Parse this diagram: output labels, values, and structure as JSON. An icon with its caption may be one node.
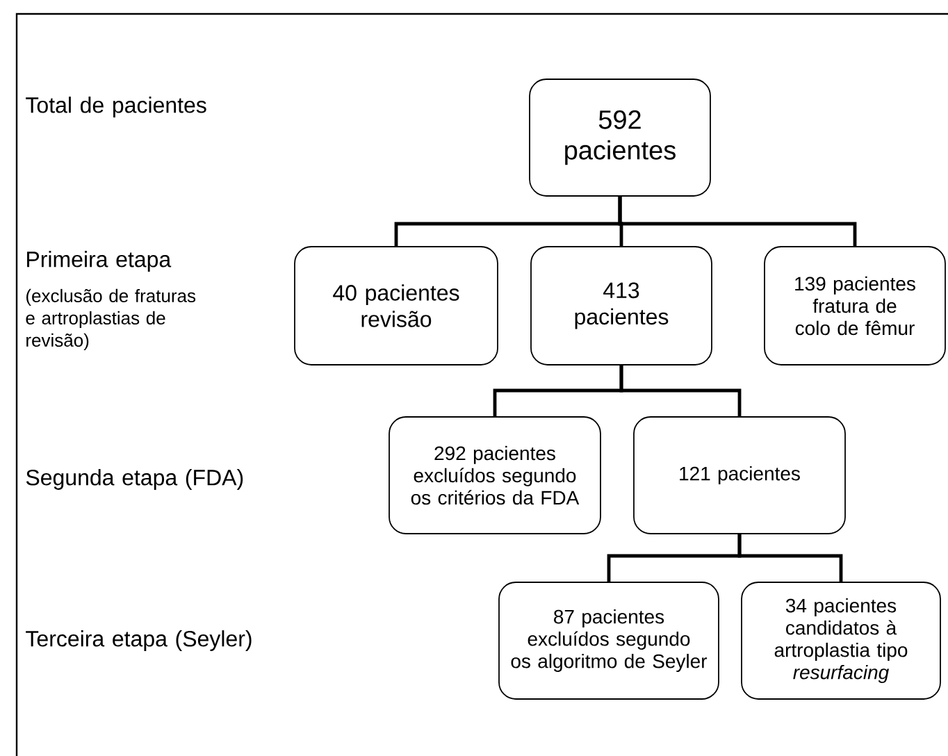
{
  "diagram": {
    "nodes": [
      {
        "text": [
          "592 pacientes"
        ]
      },
      {
        "text": [
          "40 pacientes revisão"
        ]
      },
      {
        "text": [
          "413 pacientes"
        ]
      },
      {
        "text": [
          "139 pacientes fratura de colo de fêmur"
        ]
      },
      {
        "text": [
          "292 pacientes excluídos segundo os critérios da FDA"
        ]
      },
      {
        "text": [
          "121 pacientes"
        ]
      },
      {
        "text": [
          "87 pacientes excluídos segundo os algoritmo de Seyler"
        ]
      },
      {
        "text": [
          "34 pacientes candidatos à artroplastia tipo *resurfacing*"
        ]
      }
    ],
    "edges": [
      {
        "from": 0,
        "to": 1,
        "arrow": "none"
      },
      {
        "from": 0,
        "to": 2,
        "arrow": "none"
      },
      {
        "from": 0,
        "to": 3,
        "arrow": "none"
      },
      {
        "from": 2,
        "to": 4,
        "arrow": "none"
      },
      {
        "from": 2,
        "to": 5,
        "arrow": "none"
      },
      {
        "from": 5,
        "to": 6,
        "arrow": "none"
      },
      {
        "from": 5,
        "to": 7,
        "arrow": "none"
      }
    ],
    "labels": [
      "Total de pacientes",
      "Primeira etapa",
      "(exclusão de fraturas e artroplastias de revisão)",
      "Segunda etapa (FDA)",
      "Terceira etapa (Seyler)"
    ]
  }
}
